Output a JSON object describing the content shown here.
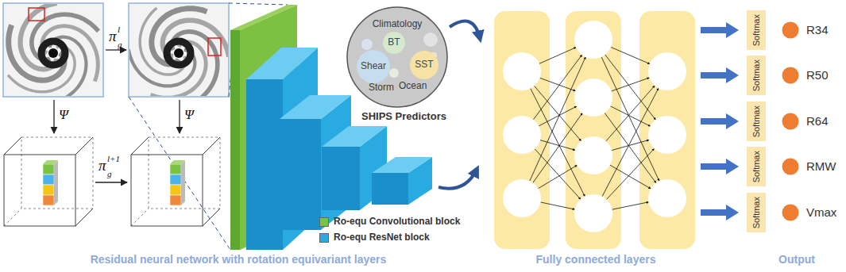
{
  "diagram": {
    "nodes": [
      {
        "text": [
          "Climatology",
          "Storm",
          "Ocean"
        ]
      },
      {
        "text": [
          "BT"
        ],
        "in": 0
      },
      {
        "text": [
          "Shear"
        ],
        "in": 0
      },
      {
        "text": [
          "SST"
        ],
        "in": 0
      },
      {
        "text": [
          "Softmax"
        ]
      },
      {
        "text": [
          "Softmax"
        ]
      },
      {
        "text": [
          "Softmax"
        ]
      },
      {
        "text": [
          "Softmax"
        ]
      },
      {
        "text": [
          "Softmax"
        ]
      },
      {
        "text": [
          "R34"
        ]
      },
      {
        "text": [
          "R50"
        ]
      },
      {
        "text": [
          "R64"
        ]
      },
      {
        "text": [
          "RMW"
        ]
      },
      {
        "text": [
          "Vmax"
        ]
      }
    ],
    "labels": [
      "π",
      "g",
      "l",
      "Ψ",
      "Ψ",
      "π",
      "g",
      "l+1",
      "SHIPS Predictors",
      "Residual neural network with rotation equivariant layers",
      "Fully connected layers",
      "Output"
    ],
    "legend": [
      {
        "text": "Ro-equ Convolutional block",
        "color": "#7cc142"
      },
      {
        "text": "Ro-equ ResNet block",
        "color": "#29abe2"
      }
    ]
  }
}
